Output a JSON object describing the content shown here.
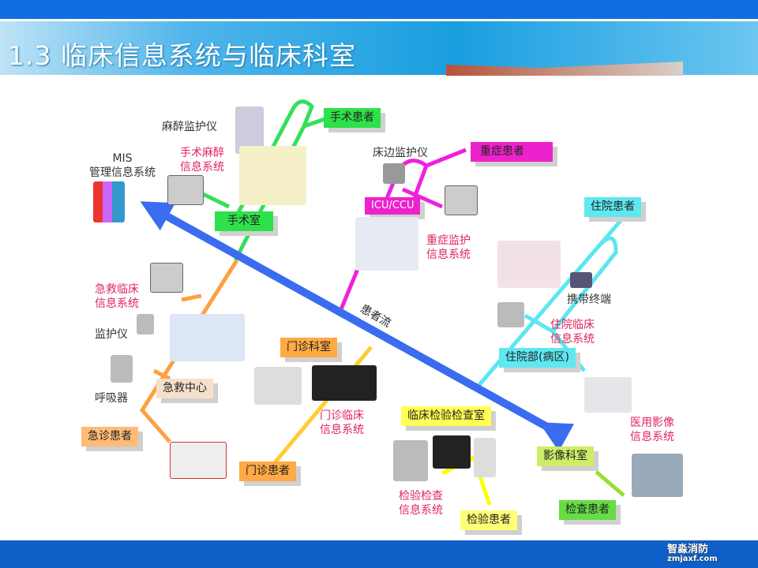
{
  "title": "1.3  临床信息系统与临床科室",
  "logo": {
    "name": "智淼消防",
    "site": "zmjaxf.com"
  },
  "flow_label": "患者流",
  "mis": {
    "line1": "MIS",
    "line2": "管理信息系统"
  },
  "surgery": {
    "device": "麻醉监护仪",
    "system1": "手术麻醉",
    "system2": "信息系统",
    "patient": "手术患者",
    "room": "手术室"
  },
  "icu": {
    "device": "床边监护仪",
    "patient": "重症患者",
    "room": "ICU/CCU",
    "system1": "重症监护",
    "system2": "信息系统"
  },
  "inpatient": {
    "patient": "住院患者",
    "device": "携带终端",
    "system1": "住院临床",
    "system2": "信息系统",
    "room": "住院部(病区)"
  },
  "emergency": {
    "system1": "急救临床",
    "system2": "信息系统",
    "device1": "监护仪",
    "device2": "呼吸器",
    "room": "急救中心",
    "patient": "急诊患者"
  },
  "outpatient": {
    "room": "门诊科室",
    "system1": "门诊临床",
    "system2": "信息系统",
    "patient": "门诊患者"
  },
  "lab": {
    "room": "临床检验检查室",
    "system1": "检验检查",
    "system2": "信息系统",
    "patient": "检验患者"
  },
  "imaging": {
    "room": "影像科室",
    "system1": "医用影像",
    "system2": "信息系统",
    "patient": "检查患者"
  }
}
